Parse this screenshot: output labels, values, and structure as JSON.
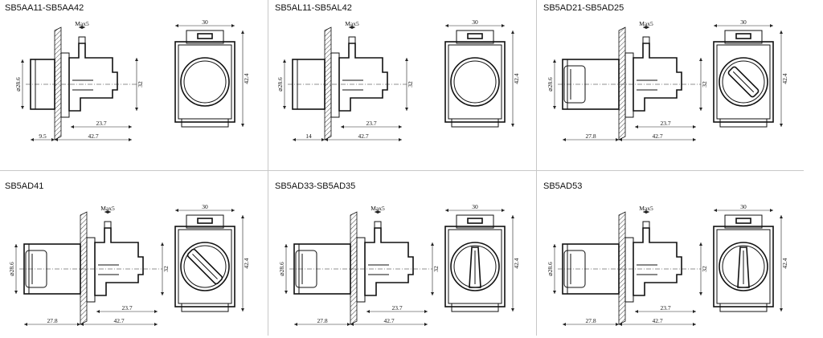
{
  "panels": [
    {
      "model": "SB5AA11-SB5AA42",
      "head": "flush",
      "front": "flush",
      "dims": {
        "max": "Max5",
        "dia": "⌀28.6",
        "body_h": "32",
        "depth": "23.7",
        "total": "42.7",
        "head_len": "9.5",
        "width": "30",
        "height": "42.4"
      }
    },
    {
      "model": "SB5AL11-SB5AL42",
      "head": "extended",
      "front": "flush",
      "dims": {
        "max": "Max5",
        "dia": "⌀28.6",
        "body_h": "32",
        "depth": "23.7",
        "total": "42.7",
        "head_len": "14",
        "width": "30",
        "height": "42.4"
      }
    },
    {
      "model": "SB5AD21-SB5AD25",
      "head": "selector",
      "front": "selector-short",
      "dims": {
        "max": "Max5",
        "dia": "⌀28.6",
        "body_h": "32",
        "depth": "23.7",
        "total": "42.7",
        "head_len": "27.8",
        "width": "30",
        "height": "42.4"
      }
    },
    {
      "model": "SB5AD41",
      "head": "selector",
      "front": "selector-long",
      "dims": {
        "max": "Max5",
        "dia": "⌀28.6",
        "body_h": "32",
        "depth": "23.7",
        "total": "42.7",
        "head_len": "27.8",
        "width": "30",
        "height": "42.4"
      }
    },
    {
      "model": "SB5AD33-SB5AD35",
      "head": "selector",
      "front": "lever",
      "dims": {
        "max": "Max5",
        "dia": "⌀28.6",
        "body_h": "32",
        "depth": "23.7",
        "total": "42.7",
        "head_len": "27.8",
        "width": "30",
        "height": "42.4"
      }
    },
    {
      "model": "SB5AD53",
      "head": "selector",
      "front": "lever",
      "dims": {
        "max": "Max5",
        "dia": "⌀28.6",
        "body_h": "32",
        "depth": "23.7",
        "total": "42.7",
        "head_len": "27.8",
        "width": "30",
        "height": "42.4"
      }
    }
  ],
  "colors": {
    "line": "#111111",
    "divider": "#c8c8c8",
    "background": "#ffffff"
  }
}
